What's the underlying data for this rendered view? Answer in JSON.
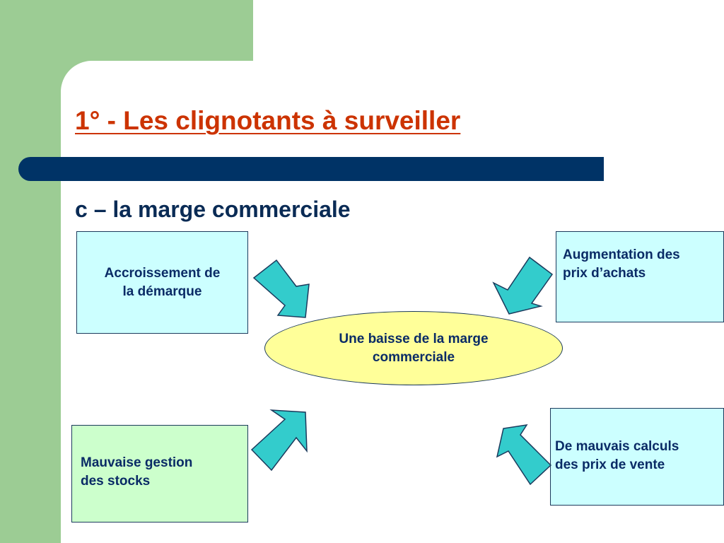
{
  "slide": {
    "title": "1° - Les clignotants à surveiller",
    "subtitle": "c – la marge commerciale"
  },
  "diagram": {
    "center": {
      "line1": "Une baisse de la marge",
      "line2": "commerciale"
    },
    "causes": [
      {
        "line1": "Accroissement de",
        "line2": "la démarque"
      },
      {
        "line1": "Augmentation des",
        "line2": "prix d’achats"
      },
      {
        "line1": "Mauvaise gestion",
        "line2": "des stocks"
      },
      {
        "line1": "De mauvais calculs",
        "line2": "des prix de vente"
      }
    ]
  },
  "colors": {
    "background_green": "#9ccc94",
    "title": "#cc3300",
    "bar": "#003366",
    "box_cyan": "#ccffff",
    "box_green": "#ccffcc",
    "ellipse": "#ffff99",
    "arrow": "#33cccc"
  }
}
